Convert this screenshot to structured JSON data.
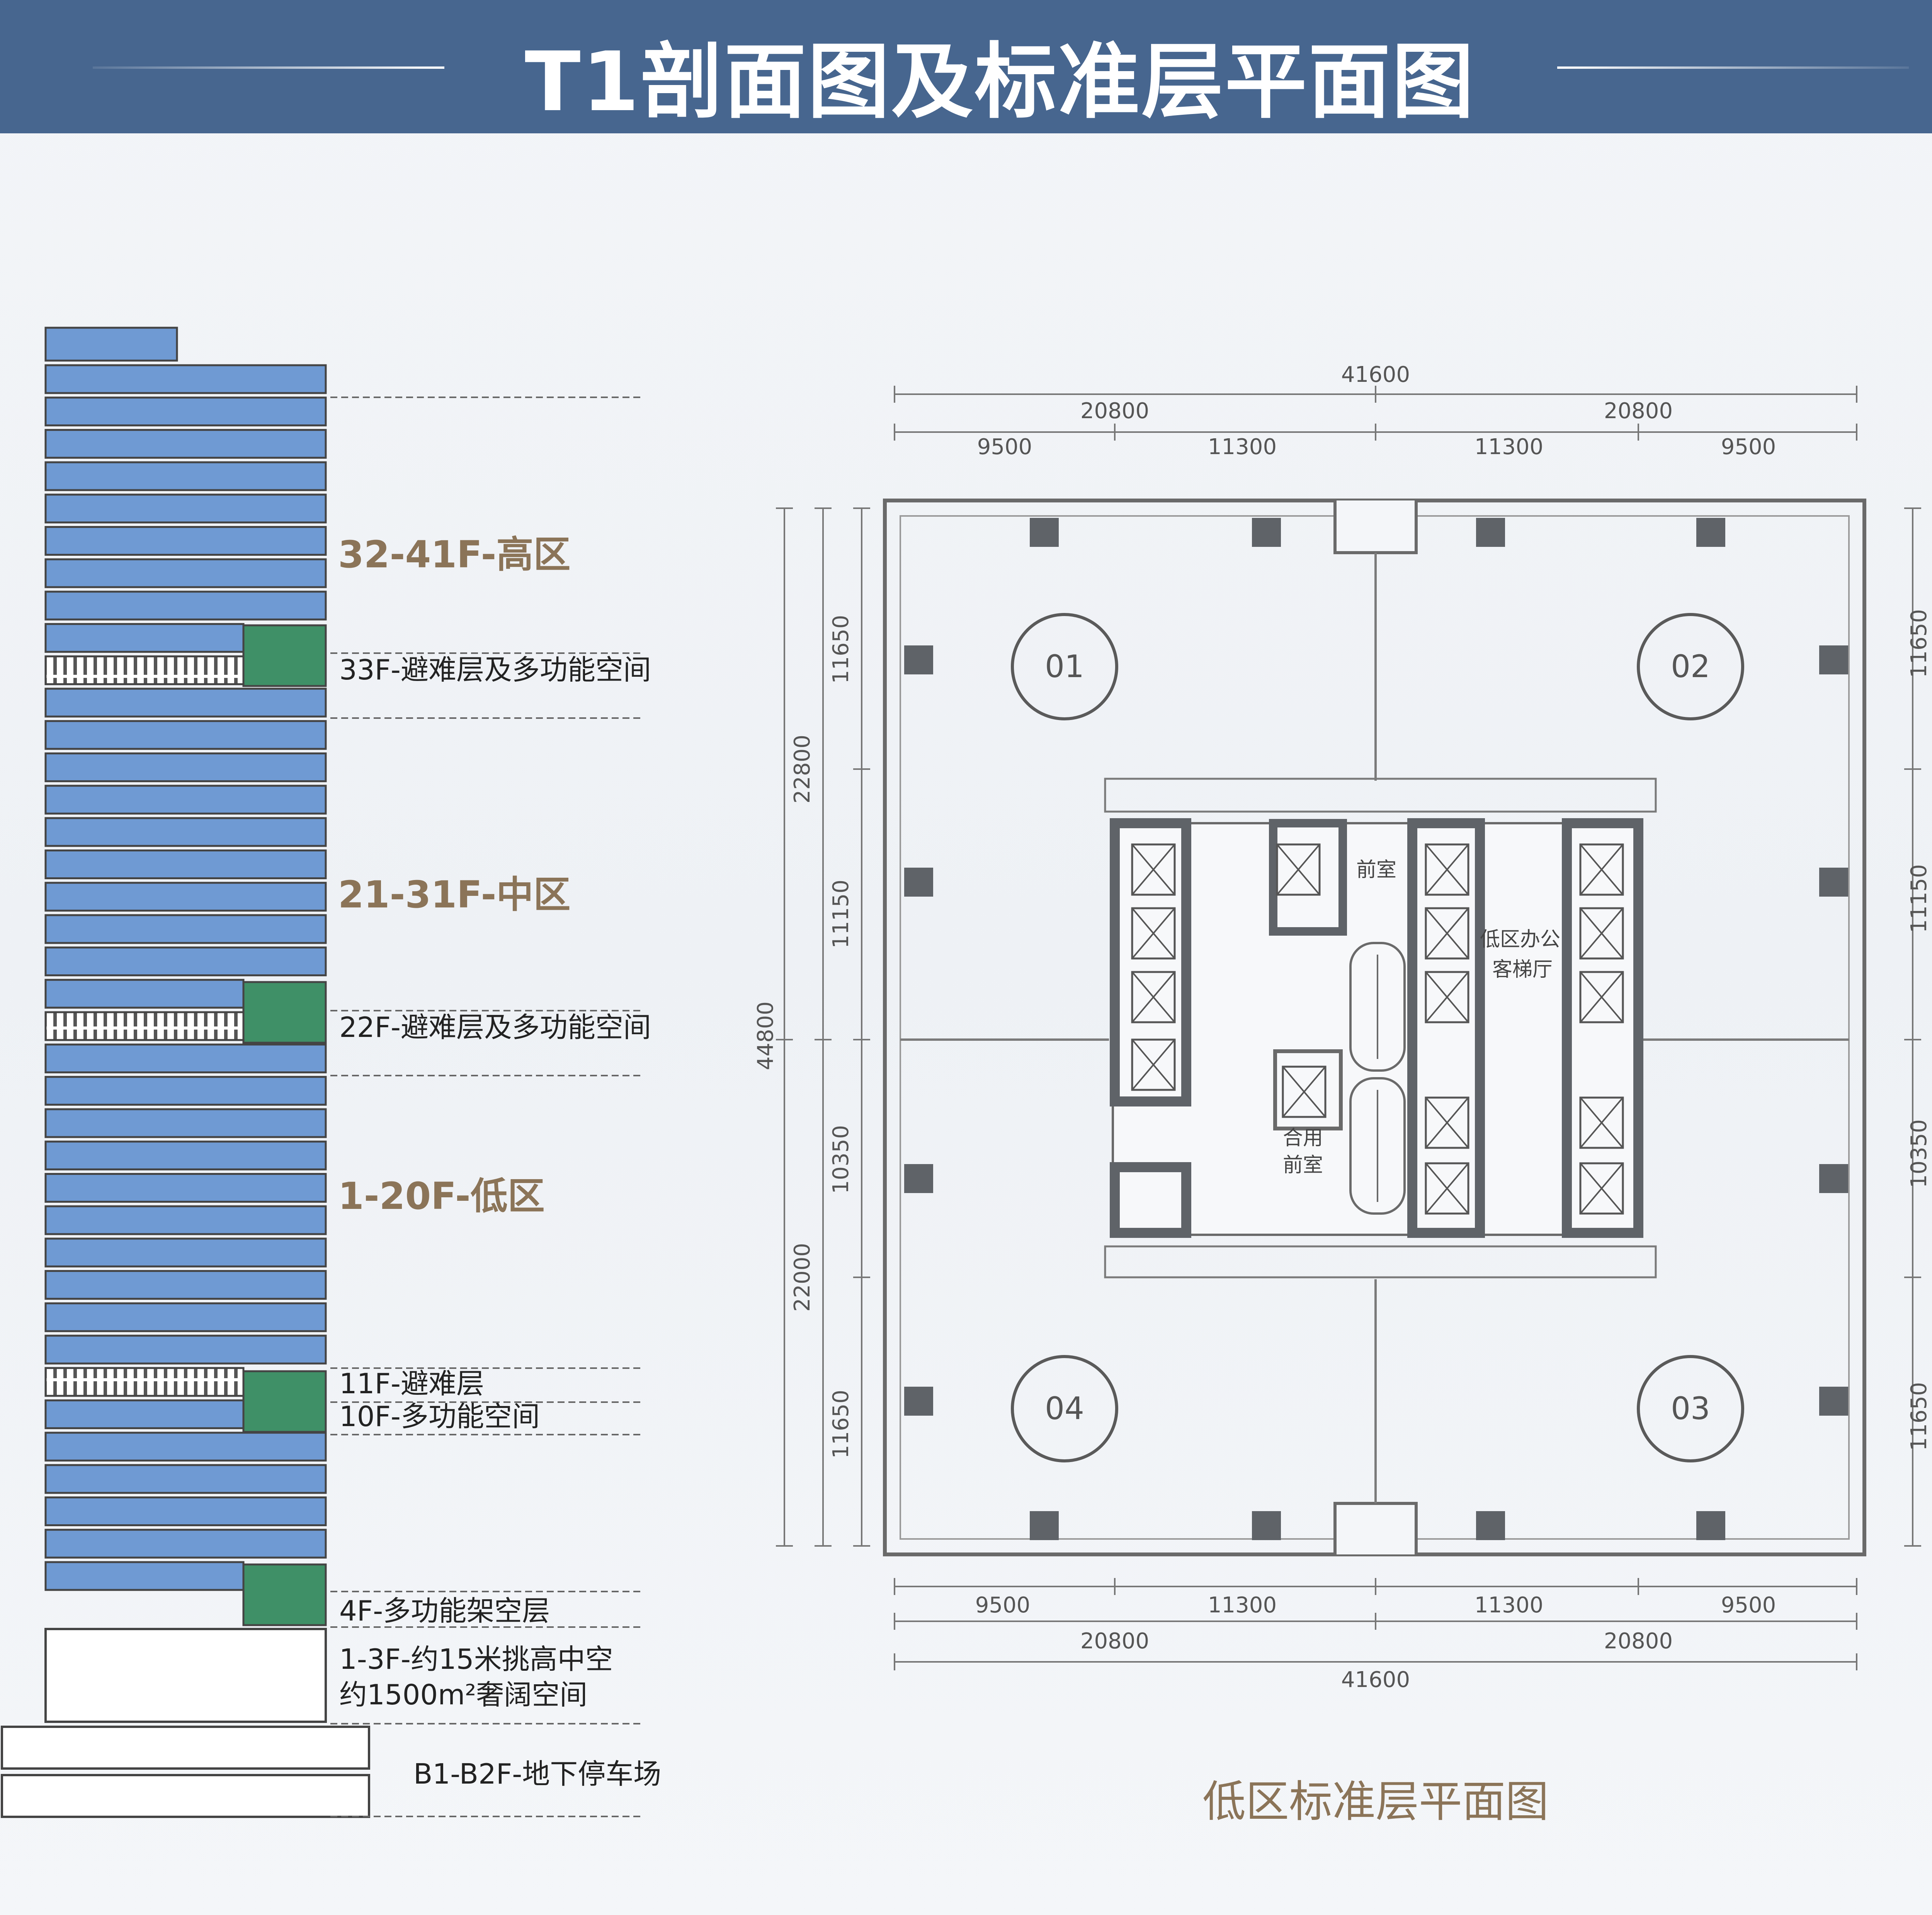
{
  "header": {
    "title": "T1剖面图及标准层平面图"
  },
  "section": {
    "zones": [
      {
        "label": "32-41F-高区"
      },
      {
        "label": "21-31F-中区"
      },
      {
        "label": "1-20F-低区"
      }
    ],
    "floors": [
      {
        "label": "33F-避难层及多功能空间"
      },
      {
        "label": "22F-避难层及多功能空间"
      },
      {
        "label": "11F-避难层"
      },
      {
        "label": "10F-多功能空间"
      },
      {
        "label": "4F-多功能架空层"
      },
      {
        "label": "1-3F-约15米挑高中空"
      },
      {
        "label": "约1500m²奢阔空间"
      },
      {
        "label": "B1-B2F-地下停车场"
      }
    ]
  },
  "plan": {
    "caption": "低区标准层平面图",
    "units": [
      "01",
      "02",
      "03",
      "04"
    ],
    "rooms": {
      "front_room": "前室",
      "lobby_line1": "低区办公",
      "lobby_line2": "客梯厅",
      "shared_line1": "合用",
      "shared_line2": "前室"
    },
    "dims": {
      "total_width": "41600",
      "half_width": "20800",
      "bay_outer": "9500",
      "bay_inner": "11300",
      "total_depth": "44800",
      "half_depth_top": "22800",
      "half_depth_bottom": "22000",
      "bay_top_outer": "11650",
      "bay_top_inner": "11150",
      "bay_bottom_inner": "10350",
      "bay_bottom_outer": "11650"
    }
  },
  "colors": {
    "header_bg": "#47668f",
    "floor_blue": "#6f9ad3",
    "refuge_green": "#3f9067",
    "zone_text": "#8b7458",
    "core_gray": "#5f6368"
  }
}
